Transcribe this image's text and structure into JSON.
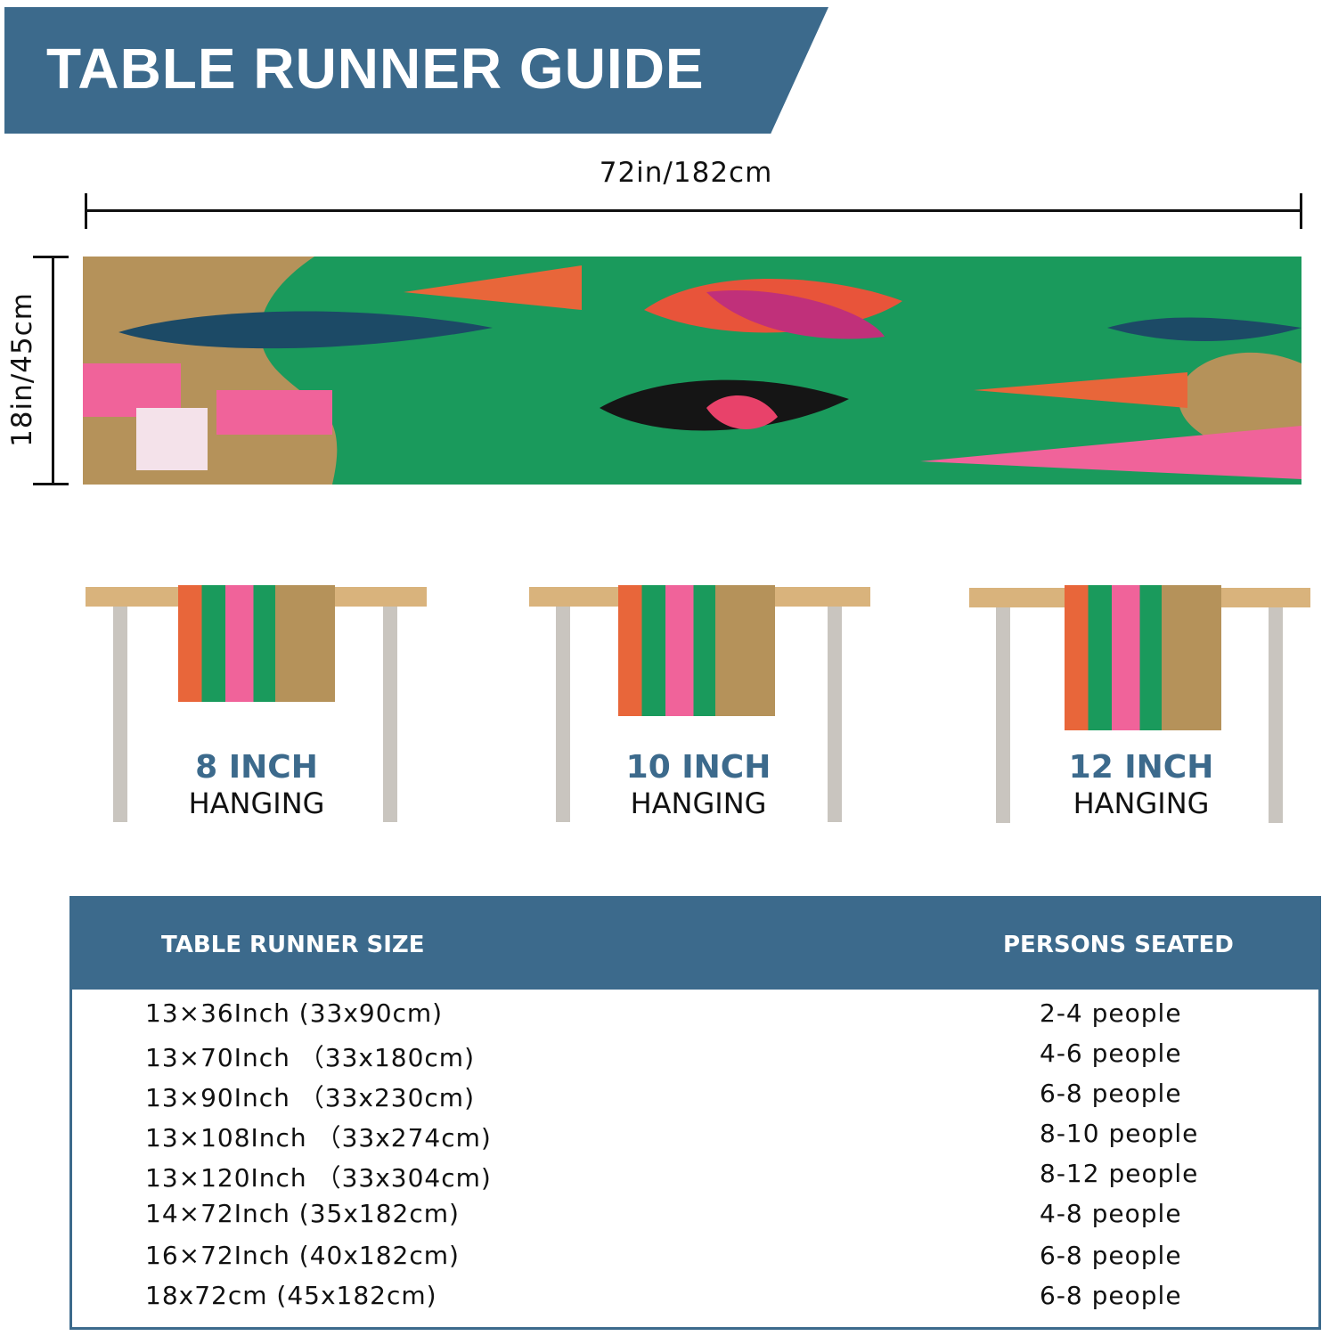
{
  "header": {
    "title": "TABLE RUNNER GUIDE"
  },
  "dimensions": {
    "length": "72in/182cm",
    "width": "18in/45cm"
  },
  "hanging": [
    {
      "size": "8 INCH",
      "label": "HANGING"
    },
    {
      "size": "10 INCH",
      "label": "HANGING"
    },
    {
      "size": "12 INCH",
      "label": "HANGING"
    }
  ],
  "table": {
    "headers": [
      "TABLE RUNNER SIZE",
      "PERSONS SEATED"
    ],
    "rows": [
      {
        "size": "13×36Inch (33x90cm)",
        "persons": "2-4 people"
      },
      {
        "size": "13×70Inch （33x180cm)",
        "persons": "4-6 people"
      },
      {
        "size": "13×90Inch （33x230cm)",
        "persons": "6-8 people"
      },
      {
        "size": "13×108Inch （33x274cm)",
        "persons": "8-10 people"
      },
      {
        "size": "13×120Inch （33x304cm)",
        "persons": "8-12 people"
      },
      {
        "size": "14×72Inch (35x182cm)",
        "persons": "4-8 people"
      },
      {
        "size": "16×72Inch (40x182cm)",
        "persons": "6-8 people"
      },
      {
        "size": "18x72cm (45x182cm)",
        "persons": "6-8 people"
      }
    ]
  },
  "colors": {
    "brand": "#3c6a8c",
    "runner_bg": "#1a9a5c",
    "table_top": "#d9b37c"
  }
}
